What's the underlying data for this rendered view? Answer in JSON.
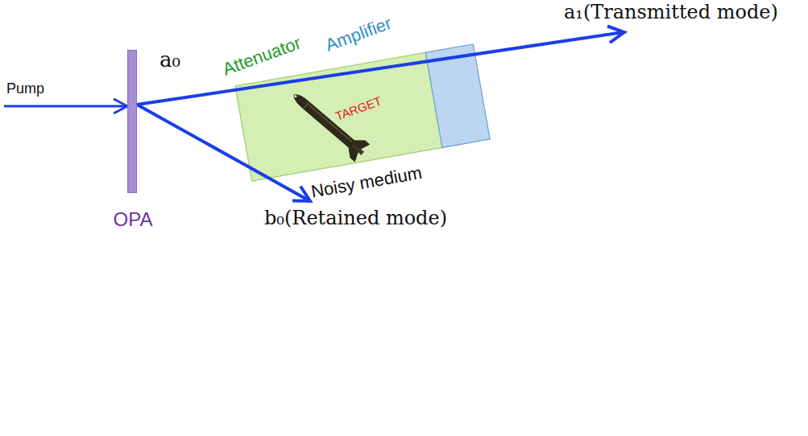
{
  "diagram": {
    "nodes": [
      {
        "text": [
          "OPA"
        ]
      },
      {
        "text": [
          "Attenuator",
          "TARGET",
          "Noisy medium"
        ]
      },
      {
        "text": [
          "Amplifier"
        ]
      }
    ],
    "labels": [
      "Pump",
      "a₀",
      "a₁(Transmitted mode)",
      "b₀(Retained mode)"
    ]
  }
}
